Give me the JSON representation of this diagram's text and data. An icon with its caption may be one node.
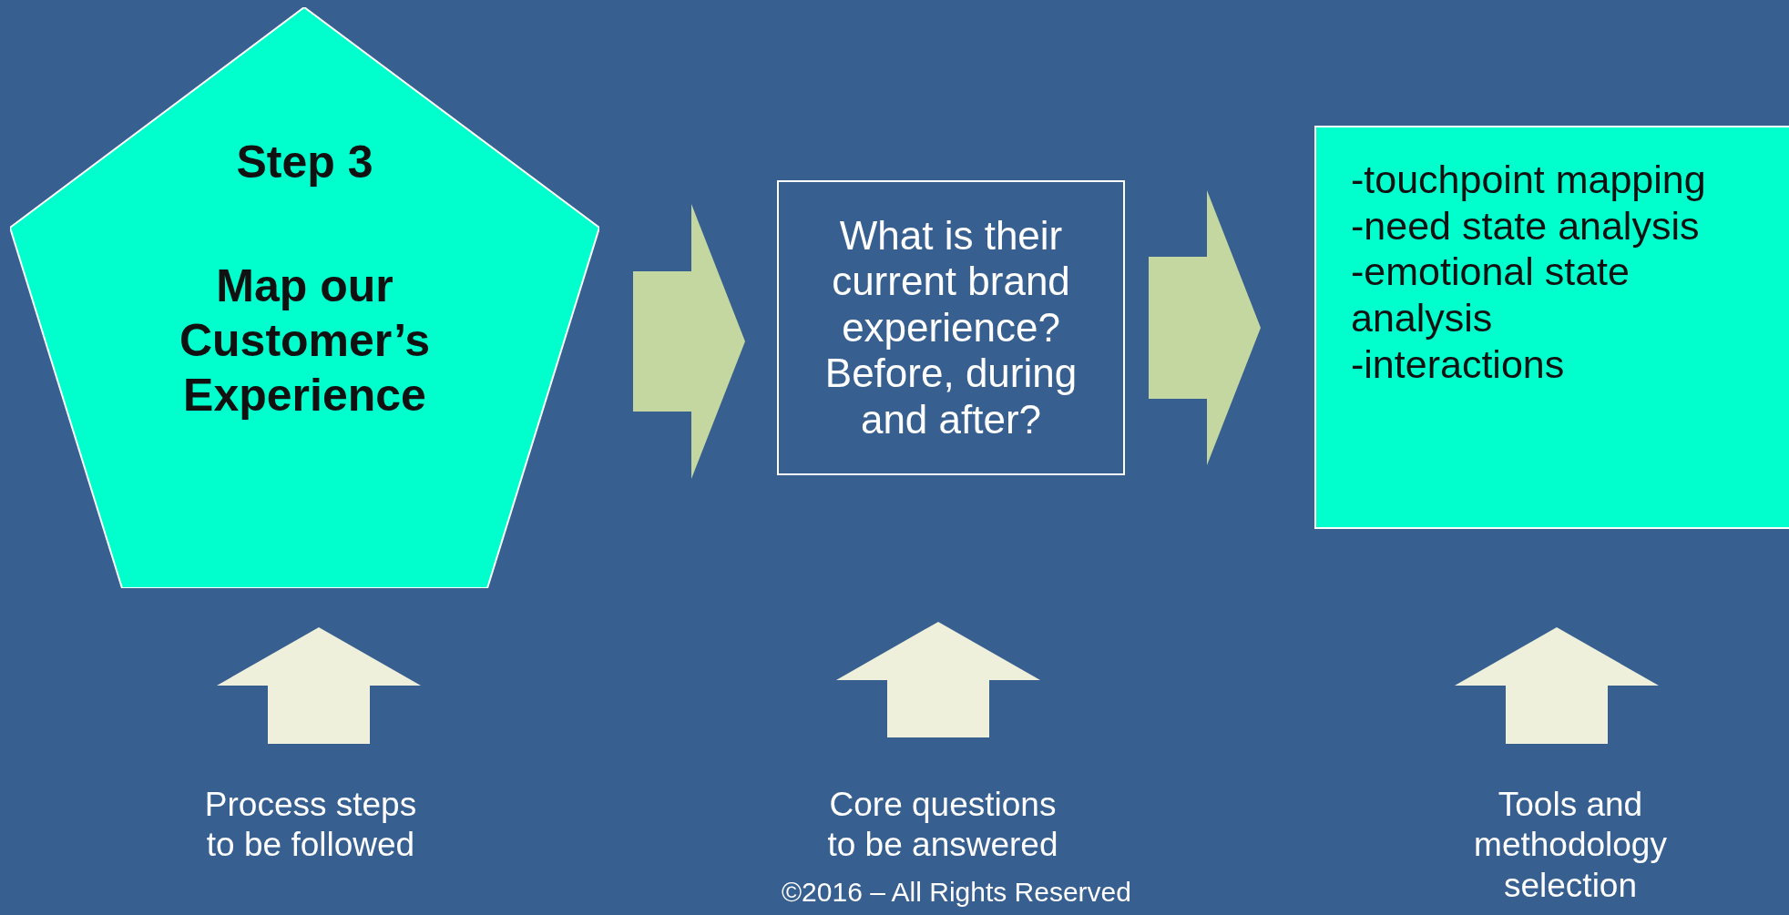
{
  "diagram": {
    "nodes": [
      {
        "text": [
          "Step 3",
          "Map our Customer’s Experience"
        ]
      },
      {
        "text": [
          "What is their current brand experience? Before, during and after?"
        ]
      },
      {
        "text": [
          "-touchpoint mapping -need state analysis -emotional state analysis -interactions"
        ]
      },
      {
        "text": [
          "Process steps to be followed"
        ]
      },
      {
        "text": [
          "Core questions to be answered"
        ]
      },
      {
        "text": [
          "Tools and methodology selection"
        ]
      }
    ],
    "edges": [
      {
        "from": 0,
        "to": 1,
        "arrow": "to",
        "style": "thick",
        "color": "#c4d7a0"
      },
      {
        "from": 1,
        "to": 2,
        "arrow": "to",
        "style": "thick",
        "color": "#c4d7a0"
      },
      {
        "from": 3,
        "to": 0,
        "arrow": "to",
        "style": "thick"
      },
      {
        "from": 4,
        "to": 1,
        "arrow": "to",
        "style": "thick"
      },
      {
        "from": 5,
        "to": 2,
        "arrow": "to",
        "style": "thick"
      }
    ],
    "labels": [
      "©2016 – All Rights Reserved"
    ]
  }
}
